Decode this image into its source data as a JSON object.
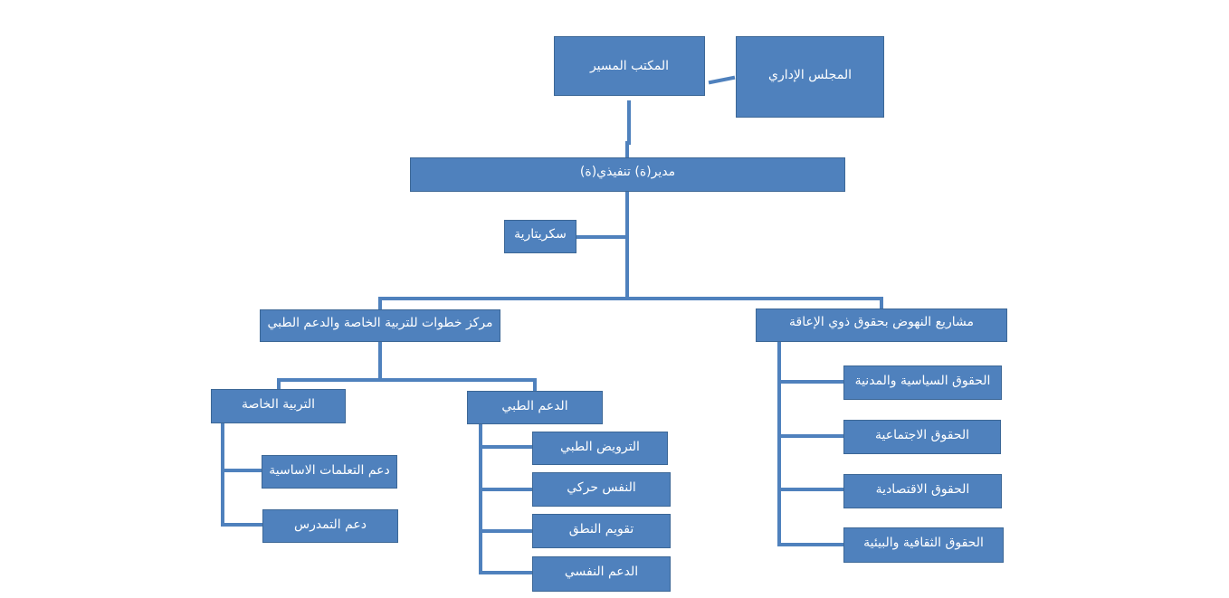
{
  "org_chart": {
    "executive_bureau": "المكتب المسير",
    "board": "المجلس الإداري",
    "executive_director": "مدير(ة) تنفيذي(ة)",
    "secretariat": "سكريتارية",
    "khotwat_center": "مركز خطوات للتربية الخاصة والدعم الطبي",
    "disability_rights_projects": "مشاريع النهوض بحقوق ذوي الإعاقة",
    "special_education": "التربية الخاصة",
    "medical_support": "الدعم الطبي",
    "basic_learning_support": "دعم التعلمات الاساسية",
    "schooling_support": "دعم التمدرس",
    "medical_rehabilitation": "الترويض الطبي",
    "psychomotor": "النفس حركي",
    "speech_therapy": "تقويم النطق",
    "psychological_support": "الدعم النفسي",
    "civil_political_rights": "الحقوق السياسية والمدنية",
    "social_rights": "الحقوق الاجتماعية",
    "economic_rights": "الحقوق الاقتصادية",
    "cultural_environmental_rights": "الحقوق الثقافية والبيئية"
  },
  "colors": {
    "box_fill": "#4f81bd",
    "box_text": "#ffffff",
    "connector": "#4f81bd"
  }
}
